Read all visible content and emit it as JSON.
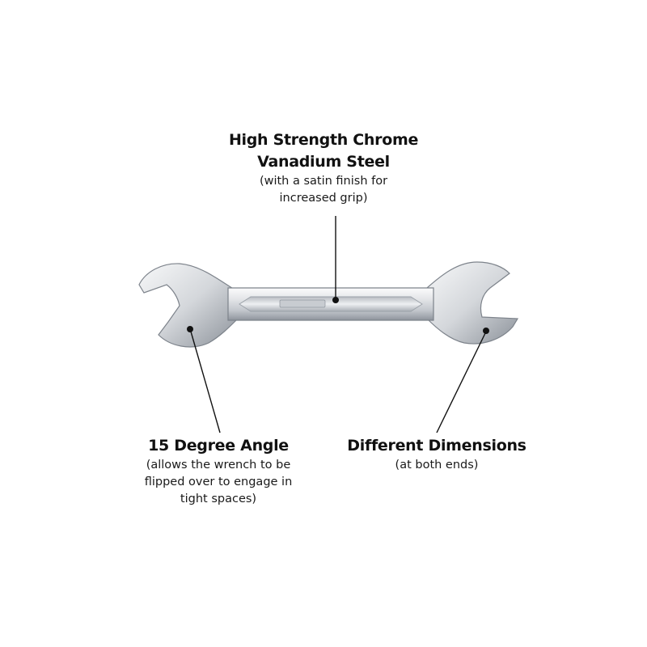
{
  "callouts": {
    "top": {
      "title_line1": "High Strength Chrome",
      "title_line2": "Vanadium Steel",
      "desc_line1": "(with a satin finish for",
      "desc_line2": "increased grip)"
    },
    "left": {
      "title": "15 Degree Angle",
      "desc_line1": "(allows the wrench to be",
      "desc_line2": "flipped over to engage in",
      "desc_line3": "tight spaces)"
    },
    "right": {
      "title": "Different Dimensions",
      "desc_line1": "(at both ends)"
    }
  },
  "colors": {
    "text": "#111111",
    "leader_line": "#111111",
    "steel_light": "#f2f3f5",
    "steel_dark": "#9aa0a8"
  },
  "icons": {
    "product": "open-end-wrench"
  }
}
